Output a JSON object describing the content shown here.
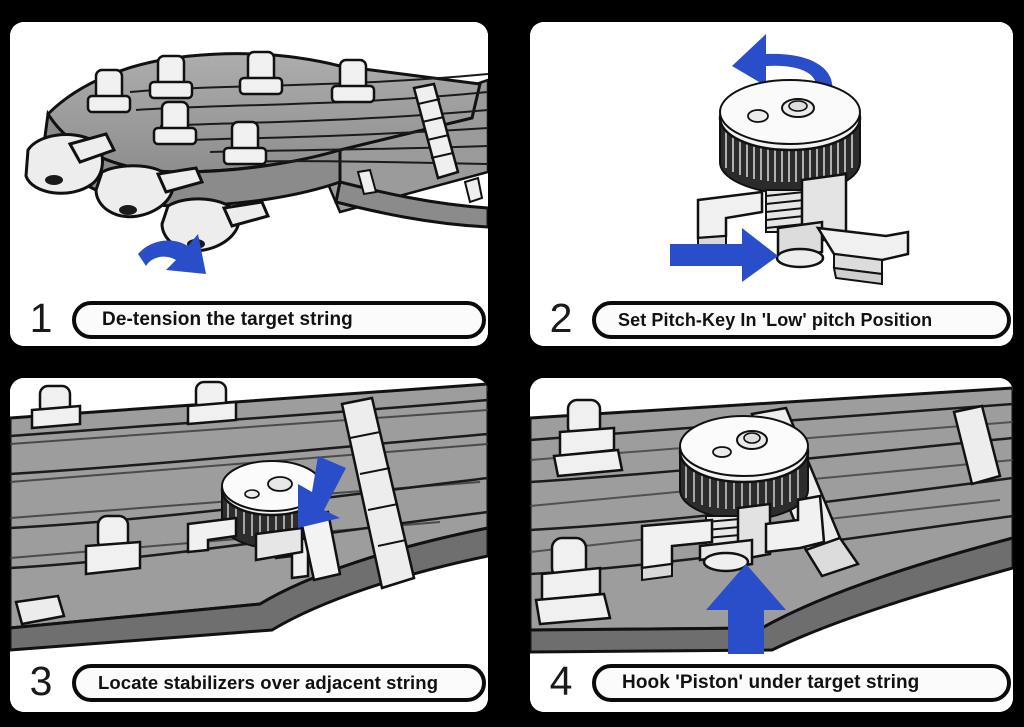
{
  "document": {
    "kind": "instructional-diagram",
    "title": "Guitar Pitch-Key installation steps",
    "background_color": "#000000",
    "panel_background": "#ffffff",
    "accent_arrow_color": "#2a4ec9",
    "hardware_gray": "#9a9a9a",
    "outline_color": "#101010"
  },
  "panels": [
    {
      "number": "1",
      "caption": "De-tension the target string",
      "scene": "guitar-headstock-with-six-tuning-machines",
      "arrow": {
        "name": "curved-down-arrow",
        "direction": "curve-down-right"
      }
    },
    {
      "number": "2",
      "caption": "Set Pitch-Key In 'Low' pitch Position",
      "scene": "pitch-key-device-isolated",
      "arrows": [
        {
          "name": "curved-rotate-arrow",
          "direction": "counter-clockwise-left"
        },
        {
          "name": "straight-push-arrow",
          "direction": "right"
        }
      ]
    },
    {
      "number": "3",
      "caption": "Locate stabilizers over adjacent string",
      "scene": "pitch-key-on-headstock-near-nut",
      "arrow": {
        "name": "diagonal-down-right-arrow",
        "direction": "down-right"
      }
    },
    {
      "number": "4",
      "caption": "Hook 'Piston' under target string",
      "scene": "pitch-key-seated-under-string",
      "arrow": {
        "name": "straight-up-arrow",
        "direction": "up"
      }
    }
  ]
}
